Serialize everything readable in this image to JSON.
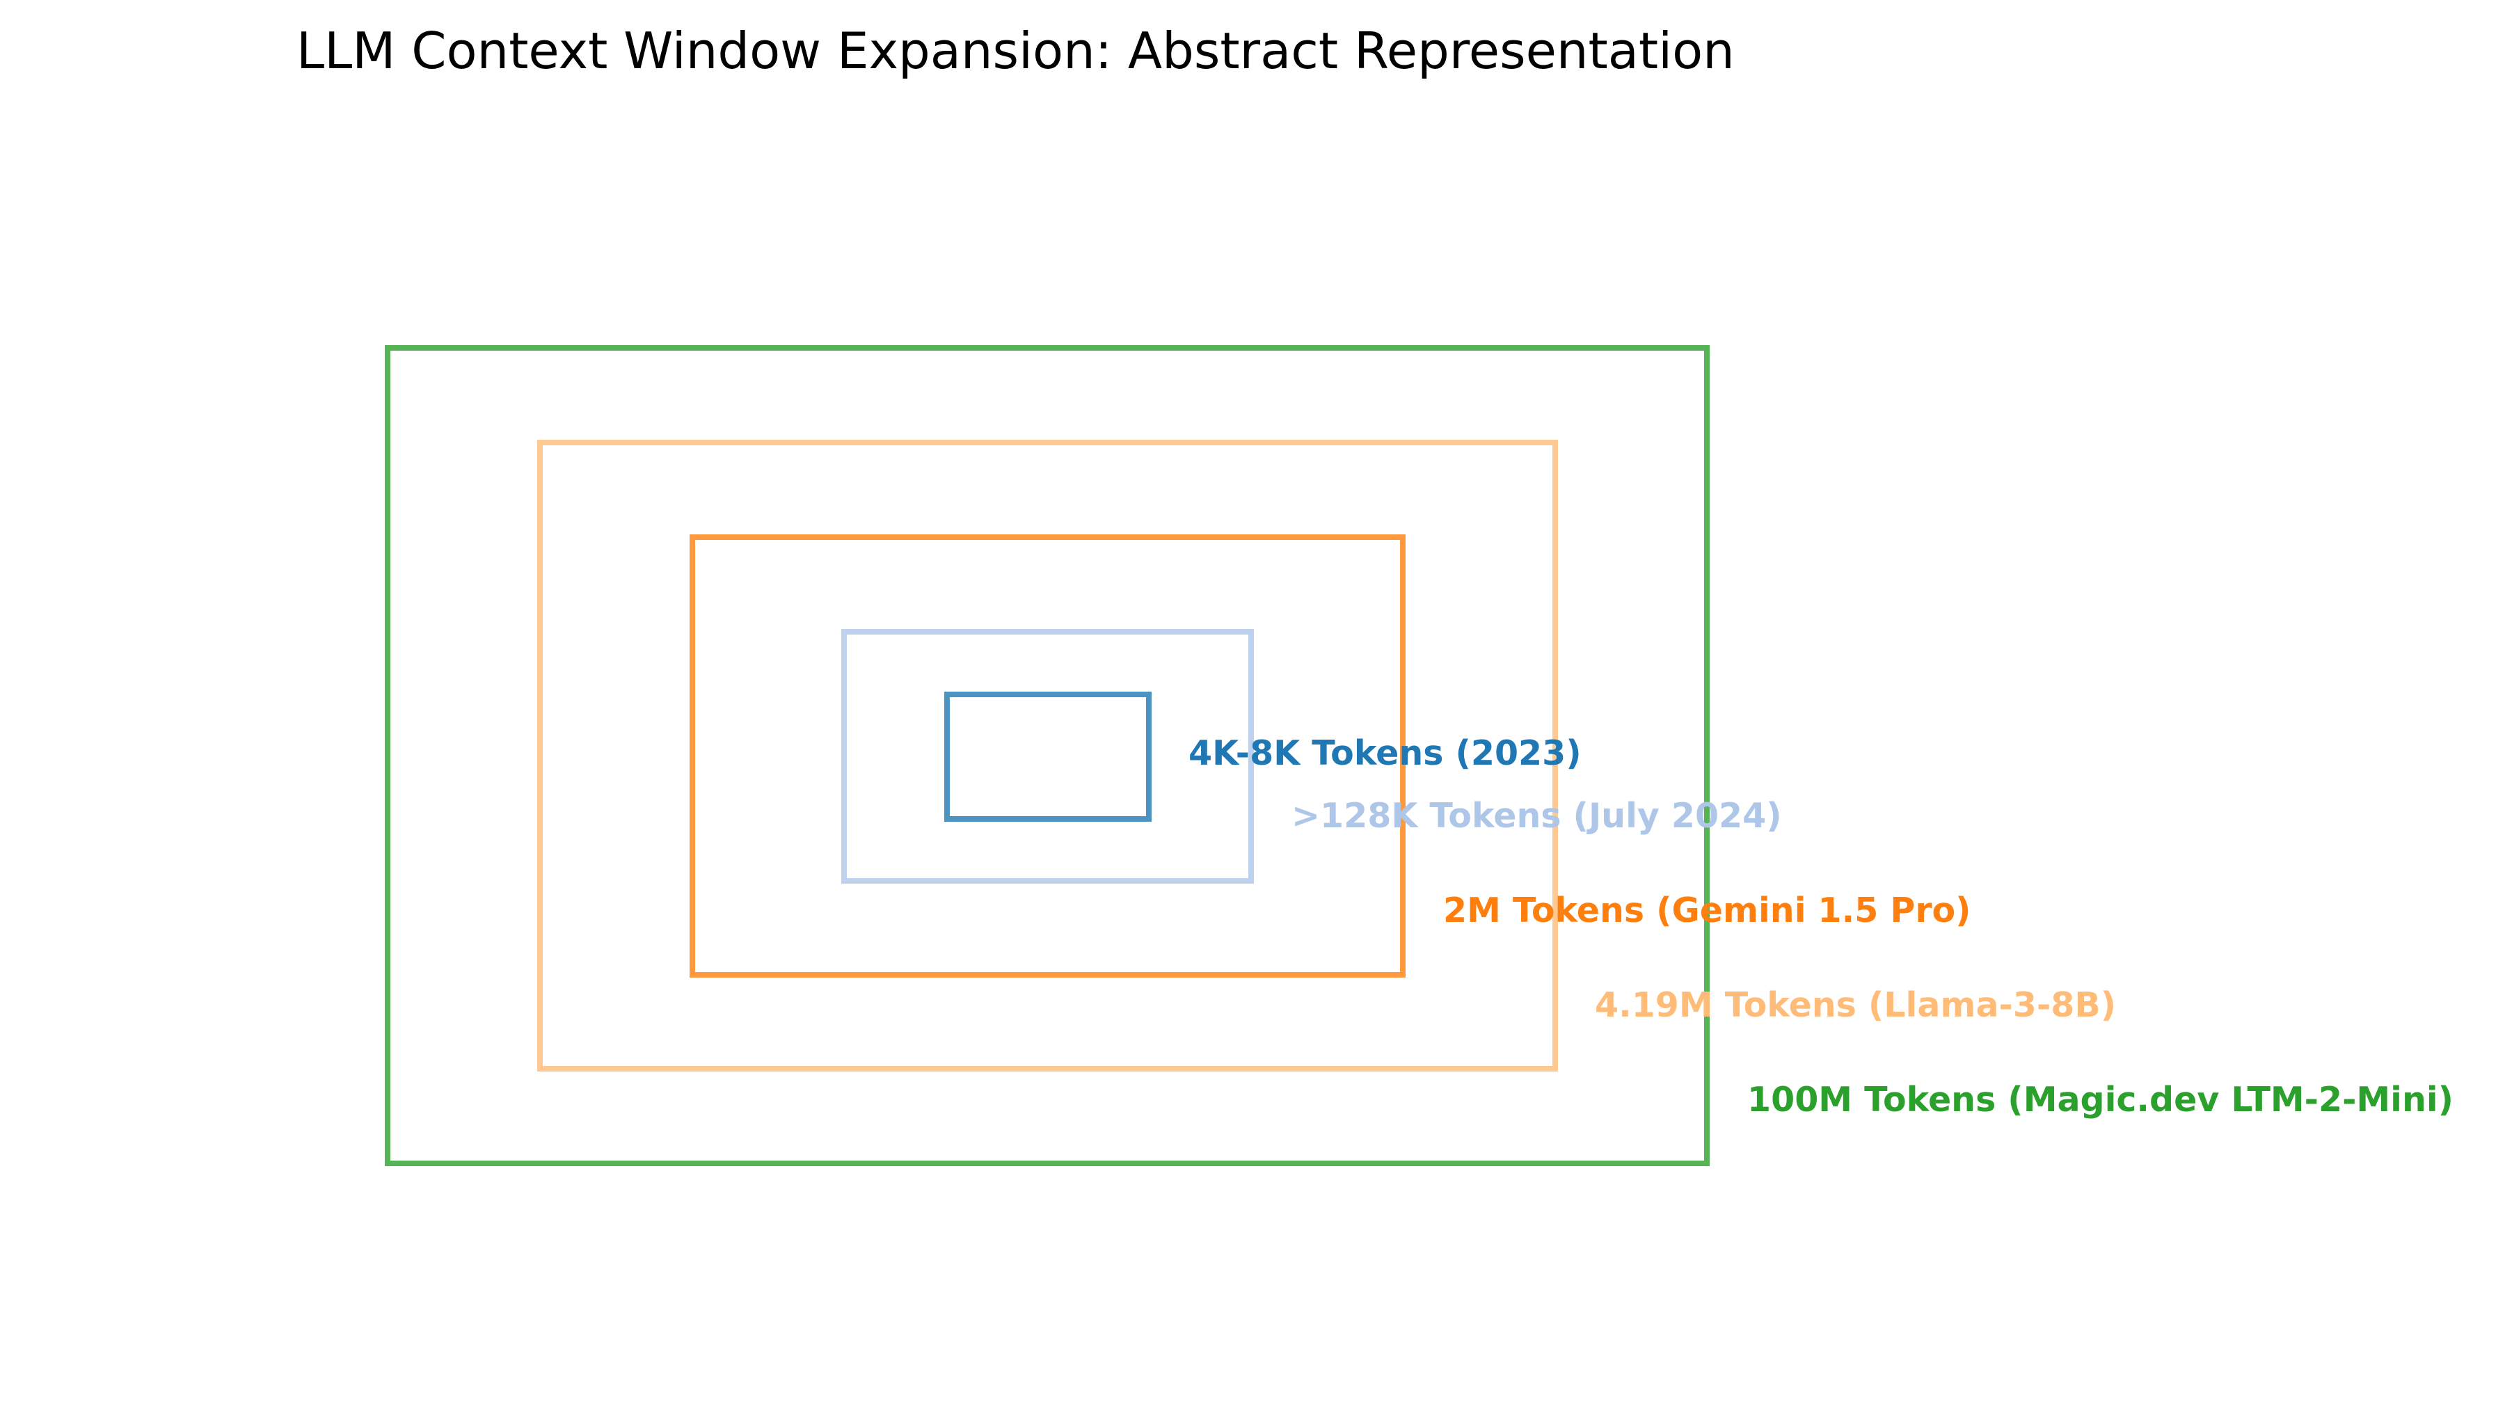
{
  "title": "LLM Context Window Expansion: Abstract Representation",
  "colors": {
    "background": "#ffffff",
    "title": "#000000"
  },
  "windows": [
    {
      "label": "4K-8K Tokens (2023)",
      "color": "#1f77b4",
      "opacity": 0.8
    },
    {
      "label": ">128K Tokens (July 2024)",
      "color": "#aec7e8",
      "opacity": 0.8
    },
    {
      "label": "2M Tokens (Gemini 1.5 Pro)",
      "color": "#ff7f0e",
      "opacity": 0.8
    },
    {
      "label": "4.19M Tokens (Llama-3-8B)",
      "color": "#ffbb78",
      "opacity": 0.8
    },
    {
      "label": "100M Tokens (Magic.dev LTM-2-Mini)",
      "color": "#2ca02c",
      "opacity": 0.8
    }
  ]
}
